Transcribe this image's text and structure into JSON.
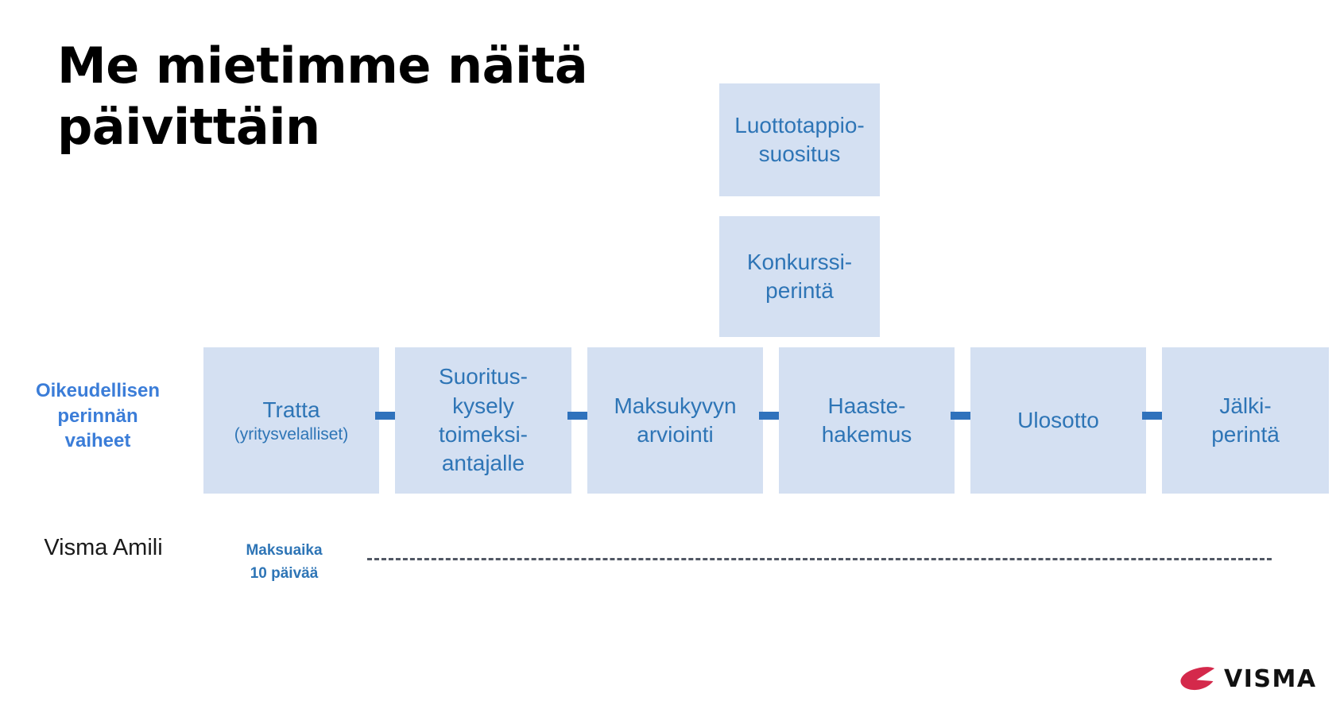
{
  "slide": {
    "title": "Me mietimme näitä\npäivittäin",
    "background_color": "#ffffff"
  },
  "colors": {
    "box_fill": "#d4e0f2",
    "box_text": "#2e75b6",
    "label_blue": "#3b7dd8",
    "arrow_blue": "#2f72bc",
    "dashed_line": "#515764",
    "title_black": "#000000",
    "logo_red": "#d4294b"
  },
  "rows": {
    "legal_label": "Oikeudellisen\nperinnän\nvaiheet",
    "amili_label": "Visma Amili"
  },
  "branch_boxes": [
    {
      "label": "Luottotappio-\nsuositus"
    },
    {
      "label": "Konkurssi-\nperintä"
    }
  ],
  "process_boxes": [
    {
      "label": "Tratta",
      "sub": "(yritysvelalliset)"
    },
    {
      "label": "Suoritus-\nkysely\ntoimeksi-\nantajalle",
      "sub": ""
    },
    {
      "label": "Maksukyvyn\narviointi",
      "sub": ""
    },
    {
      "label": "Haaste-\nhakemus",
      "sub": ""
    },
    {
      "label": "Ulosotto",
      "sub": ""
    },
    {
      "label": "Jälki-\nperintä",
      "sub": ""
    }
  ],
  "arrows": [
    {
      "name": "arrow-tratta-to-suorituskysely"
    },
    {
      "name": "arrow-suorituskysely-to-maksukyvyn"
    },
    {
      "name": "arrow-maksukyvyn-to-haastehakemus"
    },
    {
      "name": "arrow-haastehakemus-to-ulosotto"
    },
    {
      "name": "arrow-ulosotto-to-jalkiperinta"
    }
  ],
  "maksuaika": {
    "text": "Maksuaika\n10 päivää"
  },
  "logo": {
    "wordmark": "VISMA"
  }
}
